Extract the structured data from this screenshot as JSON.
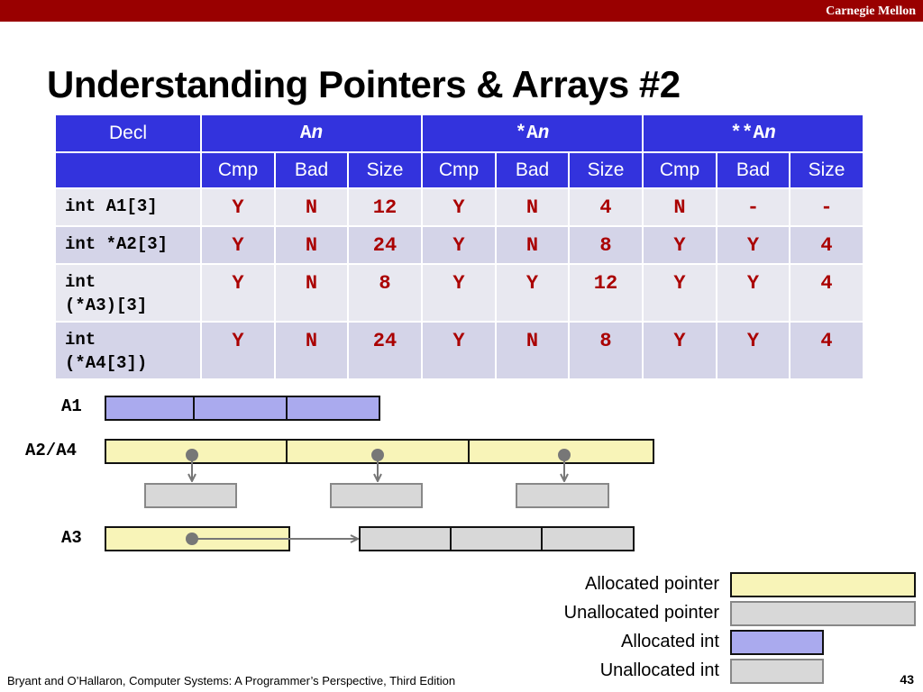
{
  "header": {
    "brand": "Carnegie Mellon"
  },
  "slide": {
    "title": "Understanding Pointers & Arrays #2",
    "page_number": "43"
  },
  "table": {
    "decl_label": "Decl",
    "groups": [
      "An",
      "*An",
      "**An"
    ],
    "subheaders": [
      "Cmp",
      "Bad",
      "Size"
    ],
    "rows": [
      {
        "decl": [
          "int A1[3]"
        ],
        "values": [
          "Y",
          "N",
          "12",
          "Y",
          "N",
          "4",
          "N",
          "-",
          "-"
        ]
      },
      {
        "decl": [
          "int *A2[3]"
        ],
        "values": [
          "Y",
          "N",
          "24",
          "Y",
          "N",
          "8",
          "Y",
          "Y",
          "4"
        ]
      },
      {
        "decl": [
          "int",
          "(*A3)[3]"
        ],
        "values": [
          "Y",
          "N",
          "8",
          "Y",
          "Y",
          "12",
          "Y",
          "Y",
          "4"
        ]
      },
      {
        "decl": [
          "int",
          "(*A4[3])"
        ],
        "values": [
          "Y",
          "N",
          "24",
          "Y",
          "N",
          "8",
          "Y",
          "Y",
          "4"
        ]
      }
    ]
  },
  "diagram": {
    "a1_label": "A1",
    "a2a4_label": "A2/A4",
    "a3_label": "A3"
  },
  "legend": {
    "allocated_pointer": "Allocated  pointer",
    "unallocated_pointer": "Unallocated pointer",
    "allocated_int": "Allocated  int",
    "unallocated_int": "Unallocated  int"
  },
  "colors": {
    "brand_bar": "#990000",
    "table_header": "#3333dd",
    "value_text": "#aa0000",
    "allocated_pointer": "#f8f4b8",
    "unallocated": "#d8d8d8",
    "allocated_int": "#aaaaee"
  },
  "footer": {
    "credit": "Bryant and O’Hallaron, Computer Systems: A Programmer’s Perspective, Third Edition"
  }
}
